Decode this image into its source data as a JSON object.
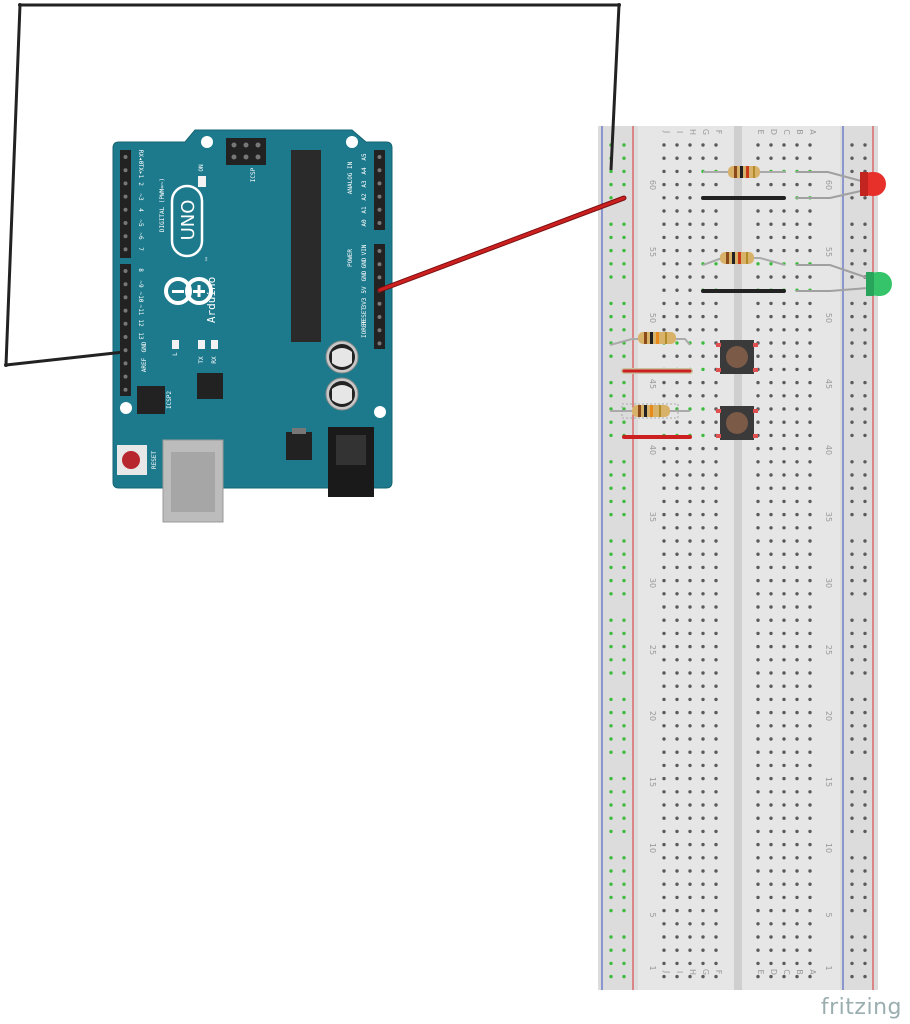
{
  "arduino": {
    "model": "UNO",
    "brand": "Arduino",
    "trademark": "™",
    "digital_header": "DIGITAL (PWM=~)",
    "analog_header": "ANALOG IN",
    "power_header": "POWER",
    "icsp": "ICSP",
    "icsp2": "ICSP2",
    "reset": "RESET",
    "on": "ON",
    "led_l": "L",
    "tx": "TX",
    "rx": "RX",
    "aref": "AREF",
    "gnd": "GND",
    "digital_pins": [
      "13",
      "12",
      "~11",
      "~10",
      "~9",
      "8",
      "7",
      "~6",
      "~5",
      "4",
      "~3",
      "2",
      "TX▸1",
      "RX◂0"
    ],
    "power_pins": [
      "IOREF",
      "RESET",
      "3V3",
      "5V",
      "GND",
      "GND",
      "VIN"
    ],
    "analog_pins": [
      "A0",
      "A1",
      "A2",
      "A3",
      "A4",
      "A5"
    ],
    "board_color": "#1d7a8c"
  },
  "breadboard": {
    "row_numbers": [
      "1",
      "5",
      "10",
      "15",
      "20",
      "25",
      "30",
      "35",
      "40",
      "45",
      "50",
      "55",
      "60"
    ],
    "col_letters_left": [
      "A",
      "B",
      "C",
      "D",
      "E"
    ],
    "col_letters_right": [
      "F",
      "G",
      "H",
      "I",
      "J"
    ],
    "wire_colors": {
      "red": "#cc1f1f",
      "black": "#222222",
      "green_hole": "#3dbb3d"
    }
  },
  "components": {
    "led_red": {
      "color": "#e8302b"
    },
    "led_green": {
      "color": "#35c46a"
    }
  },
  "watermark": "fritzing"
}
